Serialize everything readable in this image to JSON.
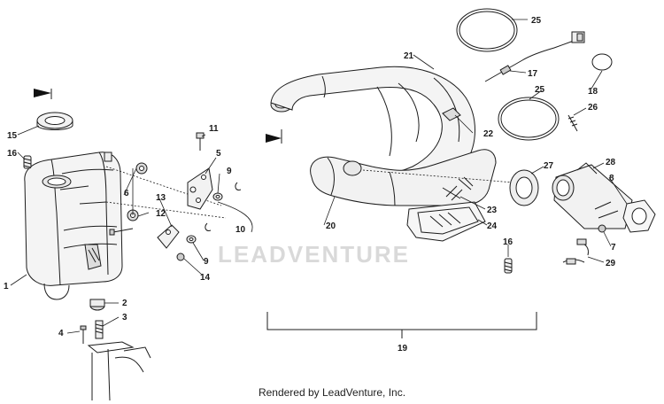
{
  "watermark": "LEADVENTURE",
  "footer": "Rendered by LeadVenture, Inc.",
  "callouts": {
    "c1": "1",
    "c2": "2",
    "c3": "3",
    "c4": "4",
    "c5": "5",
    "c6": "6",
    "c7": "7",
    "c8": "8",
    "c9a": "9",
    "c9b": "9",
    "c10": "10",
    "c11": "11",
    "c12": "12",
    "c13": "13",
    "c14": "14",
    "c15": "15",
    "c16a": "16",
    "c16b": "16",
    "c17": "17",
    "c18": "18",
    "c19": "19",
    "c20": "20",
    "c21": "21",
    "c22": "22",
    "c23": "23",
    "c24": "24",
    "c25a": "25",
    "c25b": "25",
    "c26": "26",
    "c27": "27",
    "c28": "28",
    "c29": "29"
  }
}
